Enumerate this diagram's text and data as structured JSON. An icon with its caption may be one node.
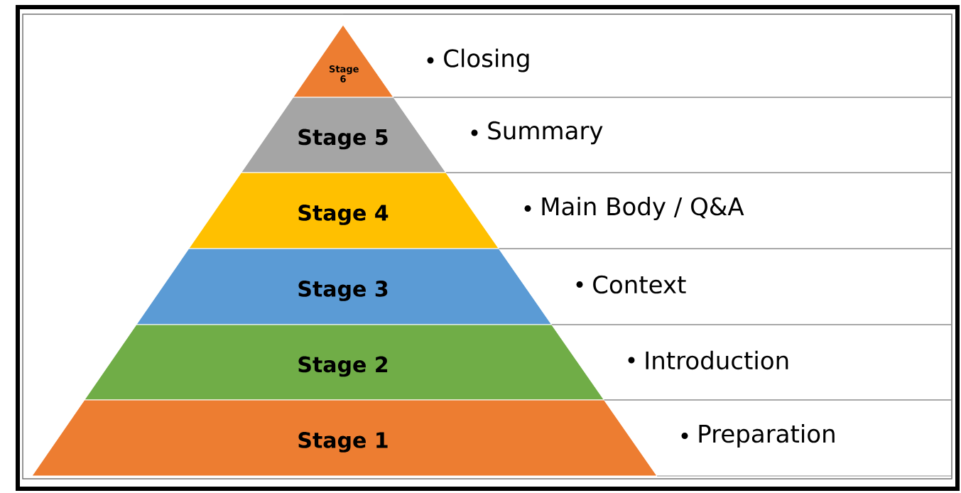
{
  "diagram": {
    "nodes": [
      {
        "text": [
          "Stage 6"
        ]
      },
      {
        "text": [
          "Closing"
        ]
      },
      {
        "text": [
          "Stage 5"
        ]
      },
      {
        "text": [
          "Summary"
        ]
      },
      {
        "text": [
          "Stage 4"
        ]
      },
      {
        "text": [
          "Main Body / Q&A"
        ]
      },
      {
        "text": [
          "Stage 3"
        ]
      },
      {
        "text": [
          "Context"
        ]
      },
      {
        "text": [
          "Stage 2"
        ]
      },
      {
        "text": [
          "Introduction"
        ]
      },
      {
        "text": [
          "Stage 1"
        ]
      },
      {
        "text": [
          "Preparation"
        ]
      }
    ]
  }
}
